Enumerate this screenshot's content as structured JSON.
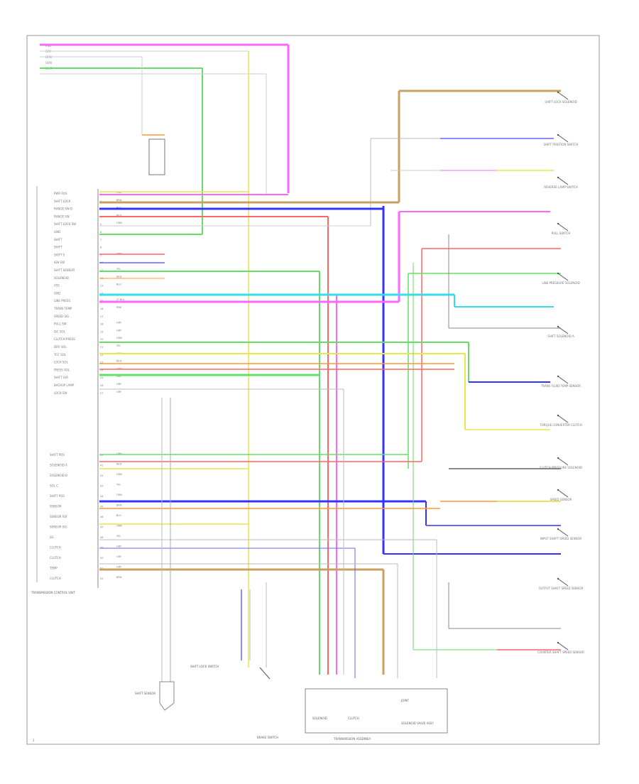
{
  "diagram": {
    "top_wire_labels": [
      "PNK",
      "GRY",
      "GRN",
      "GRN",
      "WHT"
    ],
    "ecu_pins": [
      {
        "label": "PWR POS",
        "num": "1",
        "wire": "PNK",
        "color": "#ff66ff"
      },
      {
        "label": "SHIFT LOCK",
        "num": "2",
        "wire": "BRN",
        "color": "#c8a060"
      },
      {
        "label": "RANGE SW D",
        "num": "3",
        "wire": "BLU",
        "color": "#3333ff"
      },
      {
        "label": "RANGE SW",
        "num": "4",
        "wire": "RED",
        "color": "#ff6666"
      },
      {
        "label": "SHIFT LOCK SW",
        "num": "5",
        "wire": "GRN",
        "color": "#66dd66"
      },
      {
        "label": "GND",
        "num": "6",
        "wire": "",
        "color": "#999999"
      },
      {
        "label": "SHIFT",
        "num": "7",
        "wire": "",
        "color": "#999999"
      },
      {
        "label": "SHIFT",
        "num": "8",
        "wire": "",
        "color": "#999999"
      },
      {
        "label": "SHIFT S",
        "num": "9",
        "wire": "ORN",
        "color": "#ff9933"
      },
      {
        "label": "IGN SW",
        "num": "10",
        "wire": "",
        "color": "#999999"
      },
      {
        "label": "SHIFT SENSOR",
        "num": "11",
        "wire": "YEL",
        "color": "#e6e64d"
      },
      {
        "label": "SOLENOID",
        "num": "12",
        "wire": "RED",
        "color": "#ff6666"
      },
      {
        "label": "VSS",
        "num": "13",
        "wire": "BLU",
        "color": "#3333ff"
      },
      {
        "label": "GND",
        "num": "14",
        "wire": "",
        "color": "#999999"
      },
      {
        "label": "LINE PRESS",
        "num": "15",
        "wire": "LT BLU",
        "color": "#33ddee"
      },
      {
        "label": "TRANS TEMP",
        "num": "16",
        "wire": "PNK",
        "color": "#ff66ff"
      },
      {
        "label": "SPEED SIG",
        "num": "17",
        "wire": "",
        "color": "#999999"
      },
      {
        "label": "PULL SW",
        "num": "18",
        "wire": "GRY",
        "color": "#bbbbbb"
      },
      {
        "label": "D/L SOL",
        "num": "19",
        "wire": "GRY",
        "color": "#bbbbbb"
      },
      {
        "label": "CLUTCH PRESS",
        "num": "20",
        "wire": "GRN",
        "color": "#66dd66"
      },
      {
        "label": "DRV SOL",
        "num": "21",
        "wire": "YEL",
        "color": "#e6e64d"
      },
      {
        "label": "TCC SOL",
        "num": "22",
        "wire": "ORN",
        "color": "#ff9933"
      },
      {
        "label": "LOCK SOL",
        "num": "23",
        "wire": "RED",
        "color": "#ff6666"
      },
      {
        "label": "PRESS SOL",
        "num": "24",
        "wire": "GRN",
        "color": "#66dd66"
      },
      {
        "label": "SHIFT LVR",
        "num": "25",
        "wire": "GRY",
        "color": "#bbbbbb"
      },
      {
        "label": "BACKUP LAMP",
        "num": "26",
        "wire": "GRY",
        "color": "#bbbbbb"
      },
      {
        "label": "LOCK SW",
        "num": "27",
        "wire": "GRY",
        "color": "#bbbbbb"
      }
    ],
    "ecu_pins_lower": [
      {
        "label": "SHIFT POS",
        "num": "40",
        "wire": "ORN",
        "color": "#ff9933"
      },
      {
        "label": "SOLENOID A",
        "num": "41",
        "wire": "RED",
        "color": "#ff6666"
      },
      {
        "label": "SOLENOID B",
        "num": "42",
        "wire": "GRN",
        "color": "#66dd66"
      },
      {
        "label": "SOL C",
        "num": "43",
        "wire": "YEL",
        "color": "#e6e64d"
      },
      {
        "label": "SHIFT POS",
        "num": "44",
        "wire": "ORN",
        "color": "#ff9933"
      },
      {
        "label": "SENSOR",
        "num": "45",
        "wire": "BRN",
        "color": "#c8a060"
      },
      {
        "label": "SENSOR REF",
        "num": "46",
        "wire": "BLU",
        "color": "#3333ff"
      },
      {
        "label": "SENSOR SIG",
        "num": "47",
        "wire": "ORN",
        "color": "#ff9933"
      },
      {
        "label": "SG",
        "num": "48",
        "wire": "YEL",
        "color": "#e6e64d"
      },
      {
        "label": "CLUTCH",
        "num": "49",
        "wire": "GRY",
        "color": "#bbbbbb"
      },
      {
        "label": "CLUTCH",
        "num": "50",
        "wire": "GRY",
        "color": "#bbbbbb"
      },
      {
        "label": "TEMP",
        "num": "51",
        "wire": "GRY",
        "color": "#bbbbbb"
      },
      {
        "label": "CLUTCH",
        "num": "52",
        "wire": "BRN",
        "color": "#c8a060"
      }
    ],
    "ecu_caption": "TRANSMISSION CONTROL UNIT",
    "right_components": [
      "SHIFT LOCK SOLENOID",
      "SHIFT POSITION SWITCH",
      "REVERSE LAMP SWITCH",
      "PULL SWITCH",
      "LINE PRESSURE SOLENOID",
      "SHIFT SOLENOID A",
      "TRANS FLUID TEMP SENSOR",
      "TORQUE CONVERTER CLUTCH",
      "CLUTCH PRESSURE SOLENOID",
      "SPEED SENSOR",
      "INPUT SHAFT SPEED SENSOR",
      "OUTPUT SHAFT SPEED SENSOR",
      "COUNTER SHAFT SPEED SENSOR"
    ],
    "bottom_box": {
      "left": "SOLENOID",
      "mid": "CLUTCH",
      "right": "JOINT",
      "right2": "SOLENOID VALVE ASSY",
      "caption": "TRANSMISSION ASSEMBLY"
    },
    "bottom_left_component": "SHIFT SENSOR",
    "bottom_mid_component": "SHIFT LOCK SWITCH",
    "bottom_switch": "BRAKE SWITCH",
    "footer": "1"
  }
}
